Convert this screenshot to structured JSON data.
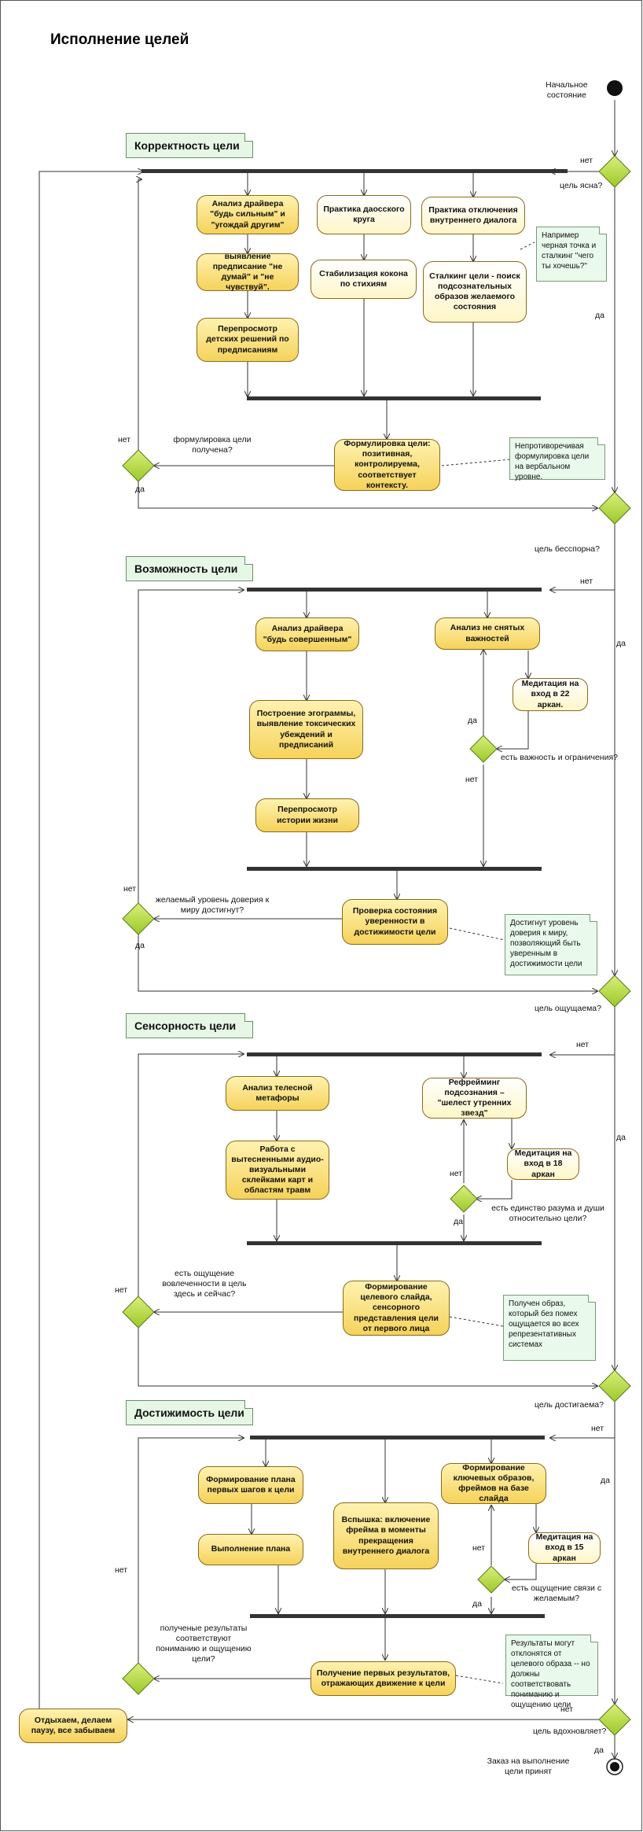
{
  "title": "Исполнение целей",
  "start_label": "Начальное\nсостояние",
  "sections": [
    {
      "name": "Корректность цели",
      "question": "цель ясна?",
      "no": "нет",
      "yes": "да",
      "activities": [
        "Анализ драйвера \"будь сильным\" и \"угождай другим\"",
        "выявление предписание \"не думай\" и \"не чувствуй\".",
        "Перепросмотр детских решений по предписаниям",
        "Практика даосского круга",
        "Стабилизация кокона по стихиям",
        "Практика отключения внутреннего диалога",
        "Сталкинг цели - поиск подсознательных образов желаемого состояния"
      ],
      "note_side": "Например черная точка и сталкинг \"чего ты хочешь?\"",
      "result": "Формулировка цели: позитивная, контролируема, соответствует контексту.",
      "result_question": "формулировка цели получена?",
      "result_no": "нет",
      "result_yes": "да",
      "note": "Непротиворечивая формулировка цели на вербальном уровне."
    },
    {
      "name": "Возможность цели",
      "question": "цель бесспорна?",
      "no": "нет",
      "yes": "да",
      "activities": [
        "Анализ драйвера \"будь совершенным\"",
        "Построение эгограммы, выявление токсических убеждений и предписаний",
        "Перепросмотр истории жизни",
        "Анализ не снятых важностей",
        "Медитация на вход в 22 аркан."
      ],
      "inner_question": "есть важность и ограничения?",
      "inner_yes": "да",
      "inner_no": "нет",
      "result": "Проверка состояния уверенности в достижимости цели",
      "result_question": "желаемый уровень доверия к миру достигнут?",
      "result_no": "нет",
      "result_yes": "да",
      "note": "Достигнут уровень доверия к миру, позволяющий быть уверенным в достижимости цели"
    },
    {
      "name": "Сенсорность цели",
      "question": "цель ощущаема?",
      "no": "нет",
      "yes": "да",
      "activities": [
        "Анализ телесной метафоры",
        "Работа с вытесненными аудио-визуальными склейками карт и областям травм",
        "Рефрейминг подсознания – \"шелест утренних звезд\"",
        "Медитация на вход в 18 аркан"
      ],
      "inner_question": "есть единство разума и души относительно цели?",
      "inner_yes": "да",
      "inner_no": "нет",
      "result": "Формирование целевого слайда, сенсорного представления цели от первого лица",
      "result_question": "есть ощущение вовлеченности в цель здесь и сейчас?",
      "result_no": "нет",
      "note": "Получен образ, который без помех ощущается во всех репрезентативных системах"
    },
    {
      "name": "Достижимость цели",
      "question": "цель достигаема?",
      "no": "нет",
      "yes": "да",
      "activities": [
        "Формирование плана первых шагов к цели",
        "Выполнение плана",
        "Вспышка: включение фрейма в моменты прекращения внутреннего диалога",
        "Формирование ключевых образов, фреймов на базе слайда",
        "Медитация на вход в 15 аркан"
      ],
      "inner_question": "есть ощущение связи с желаемым?",
      "inner_yes": "да",
      "inner_no": "нет",
      "result": "Получение первых результатов, отражающих движение к цели",
      "result_question": "полученые результаты соответствуют пониманию и ощущению цели?",
      "result_no": "нет",
      "note": "Результаты могут отклонятся от целевого образа -- но должны соответствовать пониманию и ощущению цели"
    }
  ],
  "final_question": "цель вдохновляет?",
  "final_no": "нет",
  "final_yes": "да",
  "rest": "Отдыхаем, делаем паузу, все забываем",
  "end_label": "Заказ на выполнение цели принят"
}
